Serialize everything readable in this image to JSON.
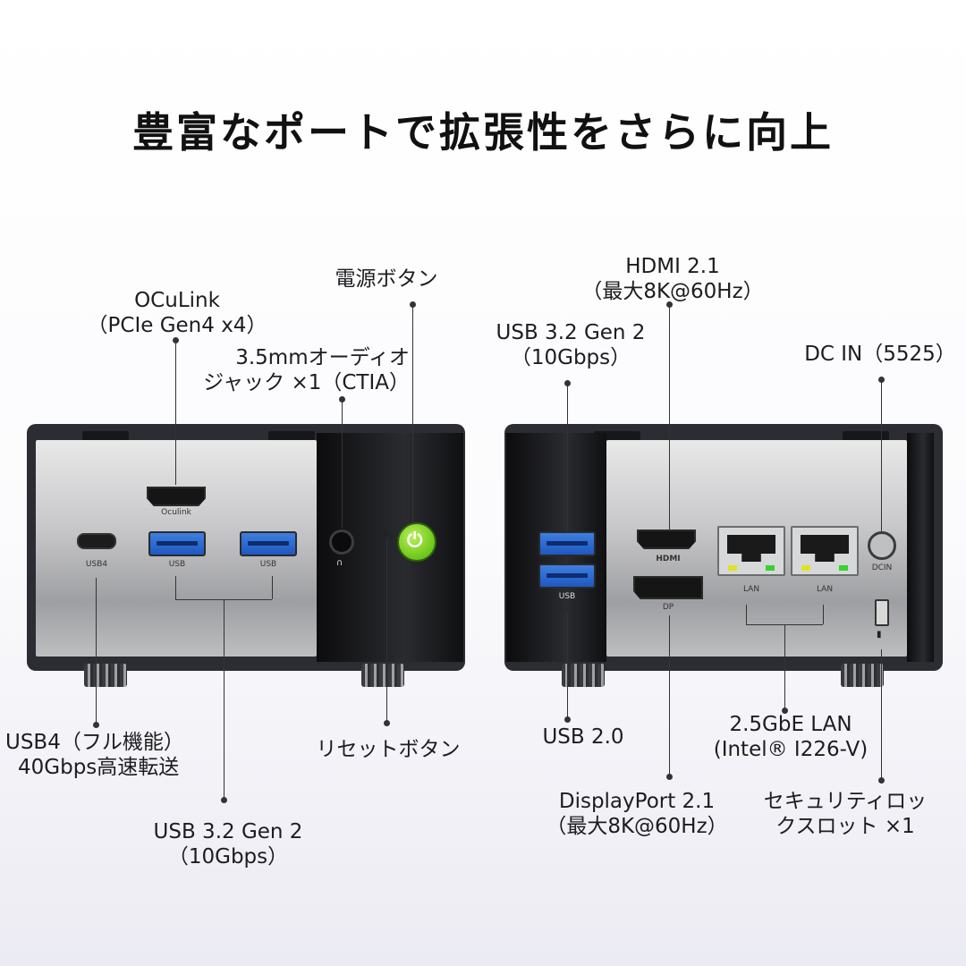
{
  "title": "豊富なポートで拡張性をさらに向上",
  "left": {
    "oculink": [
      "OCuLink",
      "（PCIe Gen4 x4）"
    ],
    "power": "電源ボタン",
    "audio": [
      "3.5mmオーディオ",
      "ジャック ×1（CTIA）"
    ],
    "usb4": [
      "USB4（フル機能）",
      "40Gbps高速転送"
    ],
    "reset": "リセットボタン",
    "usb32": [
      "USB 3.2 Gen 2",
      "（10Gbps）"
    ],
    "port_labels": {
      "usb4": "USB4",
      "usb_a": "USB",
      "usb_b": "USB",
      "oculink": "Oculink"
    }
  },
  "right": {
    "hdmi": [
      "HDMI 2.1",
      "（最大8K@60Hz）"
    ],
    "usb32": [
      "USB 3.2 Gen 2",
      "（10Gbps）"
    ],
    "dcin": "DC IN（5525）",
    "usb20": "USB 2.0",
    "lan": [
      "2.5GbE LAN",
      "(Intel® I226-V)"
    ],
    "dp": [
      "DisplayPort 2.1",
      "（最大8K@60Hz）"
    ],
    "lock": [
      "セキュリティロッ",
      "クスロット ×1"
    ],
    "port_labels": {
      "usb": "USB",
      "hdmi": "HDMI",
      "dp": "DP",
      "lan1": "LAN",
      "lan2": "LAN",
      "dcin": "DCIN"
    }
  },
  "colors": {
    "usb_blue": "#2c6bd6",
    "power_green": "#7ccf1e",
    "led_yellow": "#e3e21f",
    "led_green": "#38d12f"
  },
  "icons": {
    "power": "power-icon",
    "headphone": "headphone-icon",
    "lock": "lock-icon"
  }
}
